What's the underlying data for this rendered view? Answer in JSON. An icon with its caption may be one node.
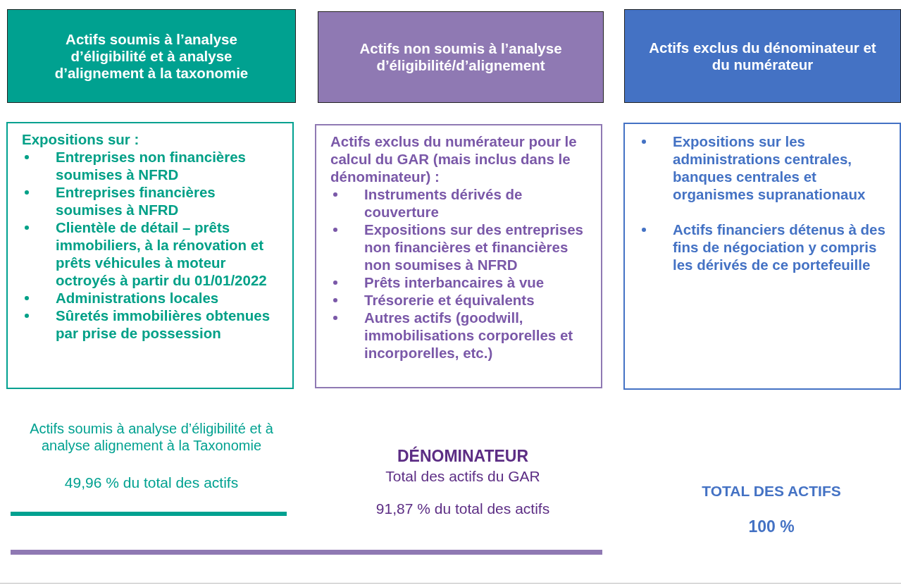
{
  "diagram": {
    "nodes": [
      {
        "text": [
          "Actifs soumis à l’analyse d’éligibilité et à analyse d’alignement à la taxonomie"
        ]
      },
      {
        "text": [
          "Actifs non soumis à l’analyse d’éligibilité/d’alignement"
        ]
      },
      {
        "text": [
          "Actifs exclus du dénominateur et du numérateur"
        ]
      },
      {
        "text": [
          "Expositions sur :",
          "Entreprises non financières soumises à NFRD",
          "Entreprises financières soumises à NFRD",
          "Clientèle de détail – prêts immobiliers, à la rénovation et prêts véhicules à moteur octroyés à partir du 01/01/2022",
          "Administrations locales",
          "Sûretés immobilières obtenues par prise de possession"
        ]
      },
      {
        "text": [
          "Actifs exclus du numérateur pour le calcul du GAR (mais inclus dans le dénominateur) :",
          "Instruments dérivés de couverture",
          "Expositions sur des entreprises non financières et financières non soumises à NFRD",
          "Prêts interbancaires à vue",
          "Trésorerie et équivalents",
          "Autres actifs (goodwill, immobilisations corporelles et incorporelles, etc.)"
        ]
      },
      {
        "text": [
          "Expositions sur les administrations centrales, banques centrales et organismes supranationaux",
          "Actifs financiers détenus à des fins de négociation y compris les dérivés de ce portefeuille"
        ]
      }
    ],
    "labels": [
      "Actifs soumis à analyse d’éligibilité et à analyse alignement à la Taxonomie",
      "49,96 % du total des actifs",
      "DÉNOMINATEUR",
      "Total des actifs du GAR",
      "91,87 % du total des actifs",
      "TOTAL DES ACTIFS",
      "100 %"
    ]
  }
}
